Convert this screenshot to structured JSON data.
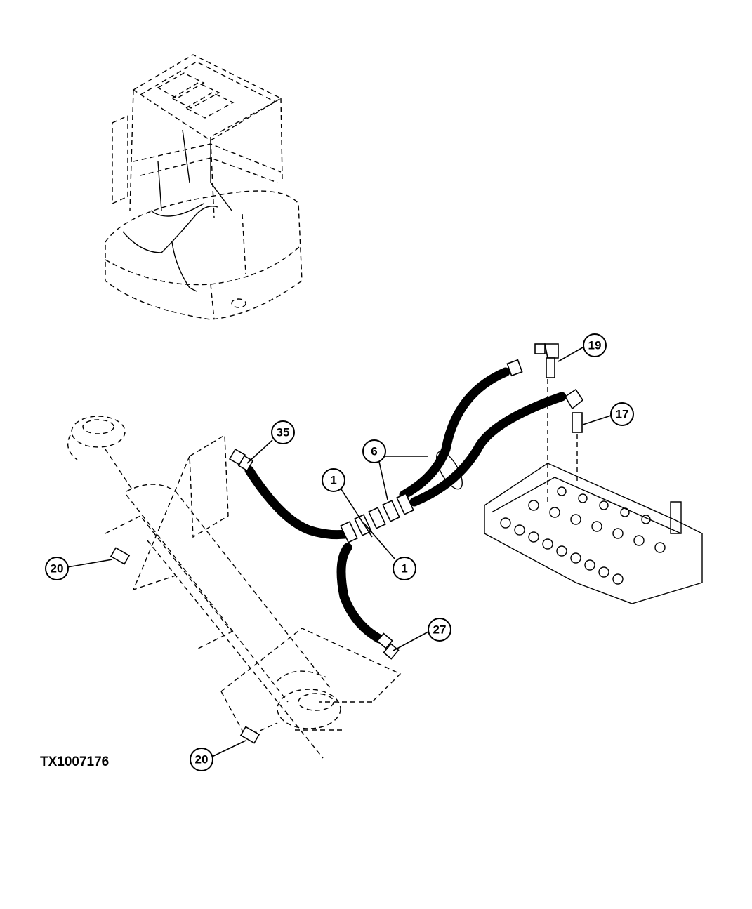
{
  "figure_id": "TX1007176",
  "callouts": [
    {
      "id": "c19",
      "label": "19"
    },
    {
      "id": "c17",
      "label": "17"
    },
    {
      "id": "c35",
      "label": "35"
    },
    {
      "id": "c6",
      "label": "6"
    },
    {
      "id": "c1a",
      "label": "1"
    },
    {
      "id": "c1b",
      "label": "1"
    },
    {
      "id": "c20a",
      "label": "20"
    },
    {
      "id": "c27",
      "label": "27"
    },
    {
      "id": "c20b",
      "label": "20"
    }
  ]
}
